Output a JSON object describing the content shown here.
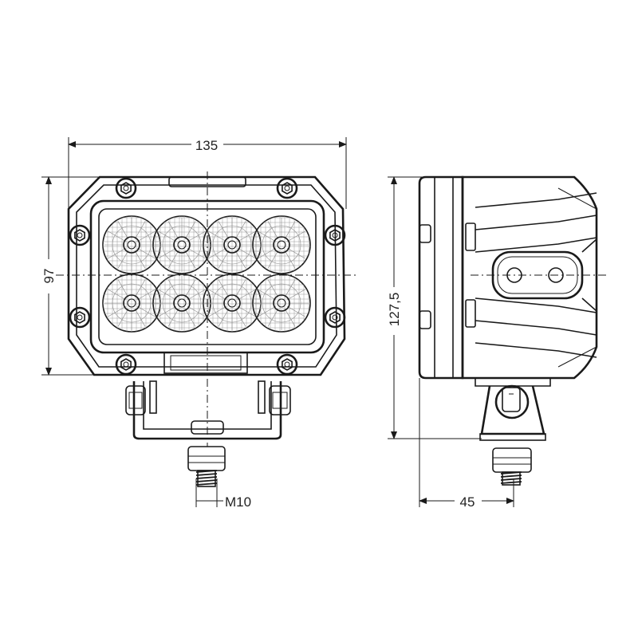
{
  "dimensions": {
    "width": "135",
    "height": "97",
    "depth": "45",
    "total_height": "127,5",
    "thread": "M10"
  },
  "colors": {
    "line": "#1a1a1a",
    "background": "#ffffff"
  },
  "led_count": 8
}
